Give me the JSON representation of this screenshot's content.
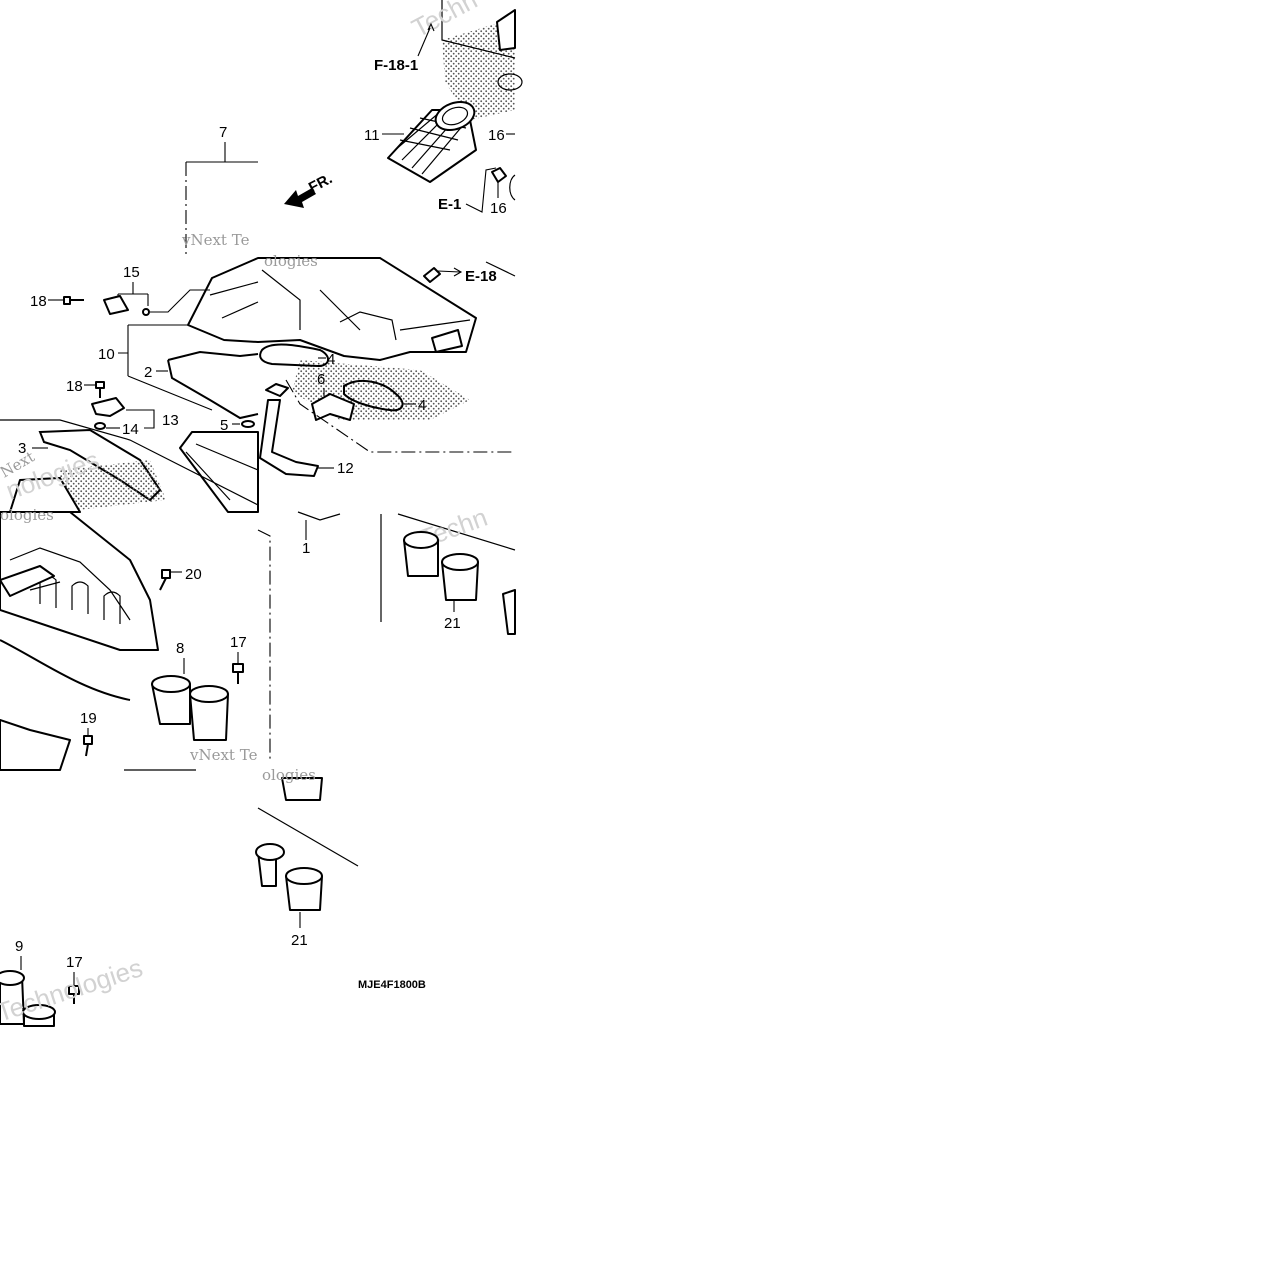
{
  "diagram": {
    "code": "MJE4F1800B",
    "front_arrow_label": "FR.",
    "refs": {
      "f18_1": "F-18-1",
      "e1": "E-1",
      "e18": "E-18"
    },
    "callouts": {
      "c1": "1",
      "c2": "2",
      "c3": "3",
      "c4a": "4",
      "c4b": "4",
      "c5": "5",
      "c6": "6",
      "c7": "7",
      "c8": "8",
      "c9": "9",
      "c10": "10",
      "c11": "11",
      "c12": "12",
      "c13": "13",
      "c14": "14",
      "c15": "15",
      "c16a": "16",
      "c16b": "16",
      "c17a": "17",
      "c17b": "17",
      "c18a": "18",
      "c18b": "18",
      "c19": "19",
      "c20": "20",
      "c21a": "21",
      "c21b": "21"
    },
    "watermarks": {
      "w1": "vNext Te",
      "w2": "vNext Te",
      "w3": "ologies",
      "w4": "ologies",
      "w5": "nologies",
      "w6": "Techn",
      "w7": "Techn",
      "w8": "Technologies",
      "w9": "Next"
    }
  }
}
